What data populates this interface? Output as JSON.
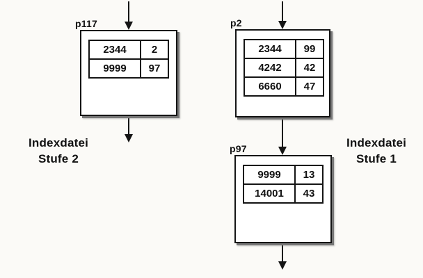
{
  "colors": {
    "background": "#fbfaf7",
    "ink": "#141414",
    "box_fill": "#ffffff",
    "shadow": "#777777"
  },
  "captions": {
    "left": {
      "line1": "Indexdatei",
      "line2": "Stufe 2"
    },
    "right": {
      "line1": "Indexdatei",
      "line2": "Stufe 1"
    }
  },
  "nodes": {
    "p117": {
      "label": "p117",
      "rows": [
        {
          "key": "2344",
          "ptr": "2"
        },
        {
          "key": "9999",
          "ptr": "97"
        }
      ]
    },
    "p2": {
      "label": "p2",
      "rows": [
        {
          "key": "2344",
          "ptr": "99"
        },
        {
          "key": "4242",
          "ptr": "42"
        },
        {
          "key": "6660",
          "ptr": "47"
        }
      ]
    },
    "p97": {
      "label": "p97",
      "rows": [
        {
          "key": "9999",
          "ptr": "13"
        },
        {
          "key": "14001",
          "ptr": "43"
        }
      ]
    }
  }
}
